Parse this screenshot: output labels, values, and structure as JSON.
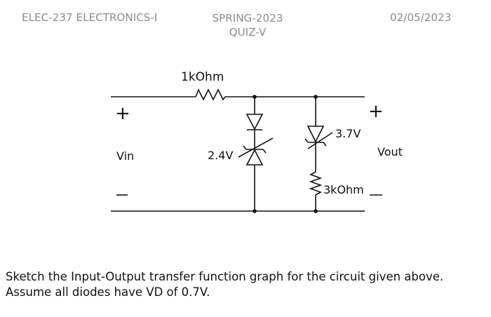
{
  "header": {
    "course": "ELEC-237 ELECTRONICS-I",
    "term_line1": "SPRING-2023",
    "term_line2": "QUIZ-V",
    "date": "02/05/2023"
  },
  "circuit": {
    "resistor_series_label": "1kOhm",
    "input_plus": "+",
    "input_label": "Vin",
    "input_minus": "—",
    "zener1_label": "2.4V",
    "zener2_label": "3.7V",
    "resistor_load_label": "3kOhm",
    "output_plus": "+",
    "output_label": "Vout",
    "output_minus": "—"
  },
  "question": {
    "line1": "Sketch the Input-Output transfer function graph for the circuit given above.",
    "line2": "Assume all diodes have VD of 0.7V."
  }
}
